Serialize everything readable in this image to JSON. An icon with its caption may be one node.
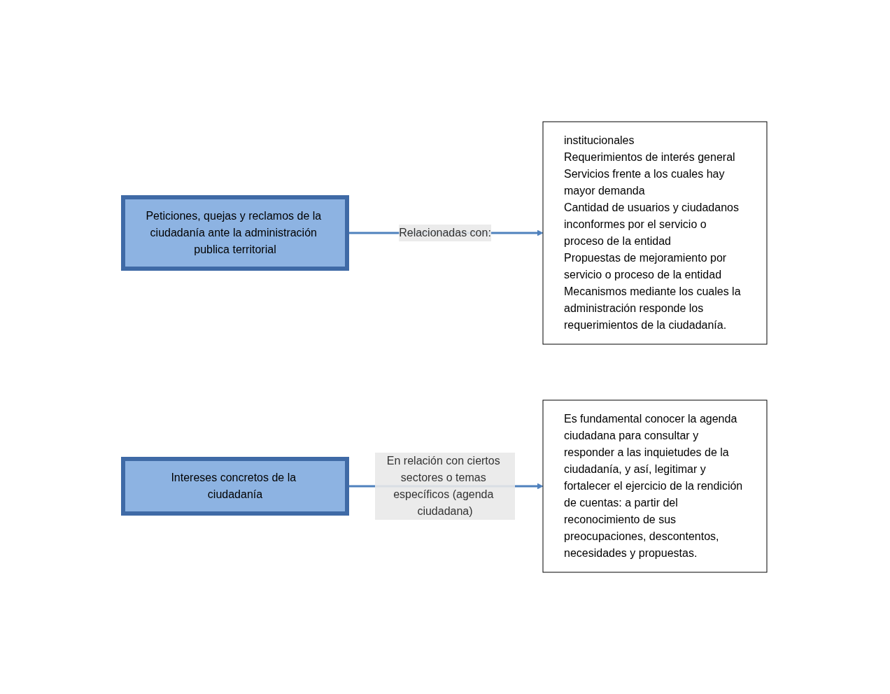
{
  "diagram": {
    "nodes": [
      {
        "text": [
          "Peticiones, quejas y reclamos de la ciudadanía ante la administración publica territorial"
        ]
      },
      {
        "text": [
          "institucionales",
          "Requerimientos de interés general",
          "Servicios frente a los cuales hay mayor demanda",
          "Cantidad de usuarios y ciudadanos inconformes por el servicio o proceso de la entidad",
          "Propuestas de mejoramiento por servicio o proceso de la entidad",
          "Mecanismos mediante los cuales la administración responde los requerimientos de la ciudadanía."
        ]
      },
      {
        "text": [
          "Intereses concretos de la ciudadanía"
        ]
      },
      {
        "text": [
          "Es fundamental conocer la agenda ciudadana para consultar y responder a las inquietudes de la ciudadanía, y así, legitimar y fortalecer el ejercicio de la rendición de cuentas: a partir del reconocimiento de sus preocupaciones, descontentos, necesidades y propuestas."
        ]
      }
    ],
    "edges": [
      {
        "from": 0,
        "to": 1,
        "arrow": "to",
        "label": "Relacionadas con:"
      },
      {
        "from": 2,
        "to": 3,
        "arrow": "to",
        "label": "En relación con ciertos sectores o temas específicos (agenda ciudadana)"
      }
    ]
  }
}
